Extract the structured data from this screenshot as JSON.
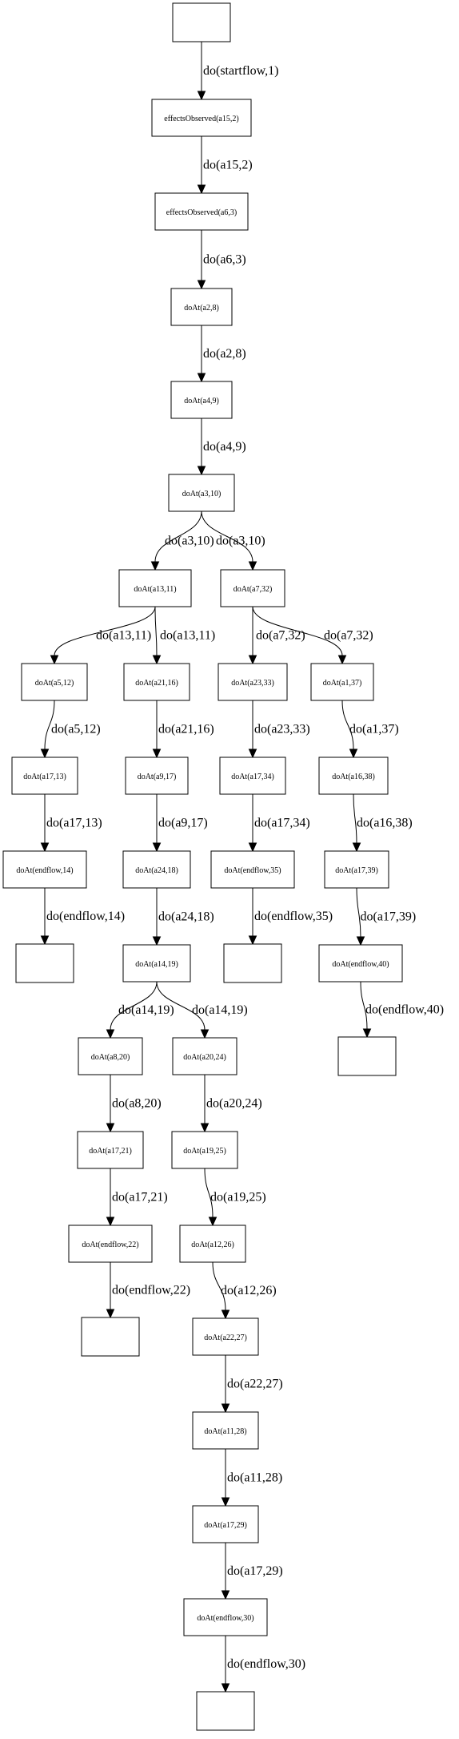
{
  "nodes": [
    {
      "id": "n_start",
      "label": ""
    },
    {
      "id": "n_eo_a15_2",
      "label": "effectsObserved(a15,2)"
    },
    {
      "id": "n_eo_a6_3",
      "label": "effectsObserved(a6,3)"
    },
    {
      "id": "n_a2_8",
      "label": "doAt(a2,8)"
    },
    {
      "id": "n_a4_9",
      "label": "doAt(a4,9)"
    },
    {
      "id": "n_a3_10",
      "label": "doAt(a3,10)"
    },
    {
      "id": "n_a13_11",
      "label": "doAt(a13,11)"
    },
    {
      "id": "n_a7_32",
      "label": "doAt(a7,32)"
    },
    {
      "id": "n_a5_12",
      "label": "doAt(a5,12)"
    },
    {
      "id": "n_a21_16",
      "label": "doAt(a21,16)"
    },
    {
      "id": "n_a23_33",
      "label": "doAt(a23,33)"
    },
    {
      "id": "n_a1_37",
      "label": "doAt(a1,37)"
    },
    {
      "id": "n_a17_13",
      "label": "doAt(a17,13)"
    },
    {
      "id": "n_a9_17",
      "label": "doAt(a9,17)"
    },
    {
      "id": "n_a17_34",
      "label": "doAt(a17,34)"
    },
    {
      "id": "n_a16_38",
      "label": "doAt(a16,38)"
    },
    {
      "id": "n_endflow_14",
      "label": "doAt(endflow,14)"
    },
    {
      "id": "n_a24_18",
      "label": "doAt(a24,18)"
    },
    {
      "id": "n_endflow_35",
      "label": "doAt(endflow,35)"
    },
    {
      "id": "n_a17_39",
      "label": "doAt(a17,39)"
    },
    {
      "id": "n_end_14",
      "label": ""
    },
    {
      "id": "n_a14_19",
      "label": "doAt(a14,19)"
    },
    {
      "id": "n_end_35",
      "label": ""
    },
    {
      "id": "n_endflow_40",
      "label": "doAt(endflow,40)"
    },
    {
      "id": "n_a8_20",
      "label": "doAt(a8,20)"
    },
    {
      "id": "n_a20_24",
      "label": "doAt(a20,24)"
    },
    {
      "id": "n_end_40",
      "label": ""
    },
    {
      "id": "n_a17_21",
      "label": "doAt(a17,21)"
    },
    {
      "id": "n_a19_25",
      "label": "doAt(a19,25)"
    },
    {
      "id": "n_endflow_22",
      "label": "doAt(endflow,22)"
    },
    {
      "id": "n_a12_26",
      "label": "doAt(a12,26)"
    },
    {
      "id": "n_end_22",
      "label": ""
    },
    {
      "id": "n_a22_27",
      "label": "doAt(a22,27)"
    },
    {
      "id": "n_a11_28",
      "label": "doAt(a11,28)"
    },
    {
      "id": "n_a17_29",
      "label": "doAt(a17,29)"
    },
    {
      "id": "n_endflow_30",
      "label": "doAt(endflow,30)"
    },
    {
      "id": "n_end_30",
      "label": ""
    }
  ],
  "edges": [
    {
      "from": "n_start",
      "to": "n_eo_a15_2",
      "label": "do(startflow,1)"
    },
    {
      "from": "n_eo_a15_2",
      "to": "n_eo_a6_3",
      "label": "do(a15,2)"
    },
    {
      "from": "n_eo_a6_3",
      "to": "n_a2_8",
      "label": "do(a6,3)"
    },
    {
      "from": "n_a2_8",
      "to": "n_a4_9",
      "label": "do(a2,8)"
    },
    {
      "from": "n_a4_9",
      "to": "n_a3_10",
      "label": "do(a4,9)"
    },
    {
      "from": "n_a3_10",
      "to": "n_a13_11",
      "label": "do(a3,10)"
    },
    {
      "from": "n_a3_10",
      "to": "n_a7_32",
      "label": "do(a3,10)"
    },
    {
      "from": "n_a13_11",
      "to": "n_a5_12",
      "label": "do(a13,11)"
    },
    {
      "from": "n_a13_11",
      "to": "n_a21_16",
      "label": "do(a13,11)"
    },
    {
      "from": "n_a7_32",
      "to": "n_a23_33",
      "label": "do(a7,32)"
    },
    {
      "from": "n_a7_32",
      "to": "n_a1_37",
      "label": "do(a7,32)"
    },
    {
      "from": "n_a5_12",
      "to": "n_a17_13",
      "label": "do(a5,12)"
    },
    {
      "from": "n_a21_16",
      "to": "n_a9_17",
      "label": "do(a21,16)"
    },
    {
      "from": "n_a23_33",
      "to": "n_a17_34",
      "label": "do(a23,33)"
    },
    {
      "from": "n_a1_37",
      "to": "n_a16_38",
      "label": "do(a1,37)"
    },
    {
      "from": "n_a17_13",
      "to": "n_endflow_14",
      "label": "do(a17,13)"
    },
    {
      "from": "n_a9_17",
      "to": "n_a24_18",
      "label": "do(a9,17)"
    },
    {
      "from": "n_a17_34",
      "to": "n_endflow_35",
      "label": "do(a17,34)"
    },
    {
      "from": "n_a16_38",
      "to": "n_a17_39",
      "label": "do(a16,38)"
    },
    {
      "from": "n_endflow_14",
      "to": "n_end_14",
      "label": "do(endflow,14)"
    },
    {
      "from": "n_a24_18",
      "to": "n_a14_19",
      "label": "do(a24,18)"
    },
    {
      "from": "n_endflow_35",
      "to": "n_end_35",
      "label": "do(endflow,35)"
    },
    {
      "from": "n_a17_39",
      "to": "n_endflow_40",
      "label": "do(a17,39)"
    },
    {
      "from": "n_a14_19",
      "to": "n_a8_20",
      "label": "do(a14,19)"
    },
    {
      "from": "n_a14_19",
      "to": "n_a20_24",
      "label": "do(a14,19)"
    },
    {
      "from": "n_endflow_40",
      "to": "n_end_40",
      "label": "do(endflow,40)"
    },
    {
      "from": "n_a8_20",
      "to": "n_a17_21",
      "label": "do(a8,20)"
    },
    {
      "from": "n_a20_24",
      "to": "n_a19_25",
      "label": "do(a20,24)"
    },
    {
      "from": "n_a17_21",
      "to": "n_endflow_22",
      "label": "do(a17,21)"
    },
    {
      "from": "n_a19_25",
      "to": "n_a12_26",
      "label": "do(a19,25)"
    },
    {
      "from": "n_endflow_22",
      "to": "n_end_22",
      "label": "do(endflow,22)"
    },
    {
      "from": "n_a12_26",
      "to": "n_a22_27",
      "label": "do(a12,26)"
    },
    {
      "from": "n_a22_27",
      "to": "n_a11_28",
      "label": "do(a22,27)"
    },
    {
      "from": "n_a11_28",
      "to": "n_a17_29",
      "label": "do(a11,28)"
    },
    {
      "from": "n_a17_29",
      "to": "n_endflow_30",
      "label": "do(a17,29)"
    },
    {
      "from": "n_endflow_30",
      "to": "n_end_30",
      "label": "do(endflow,30)"
    }
  ]
}
